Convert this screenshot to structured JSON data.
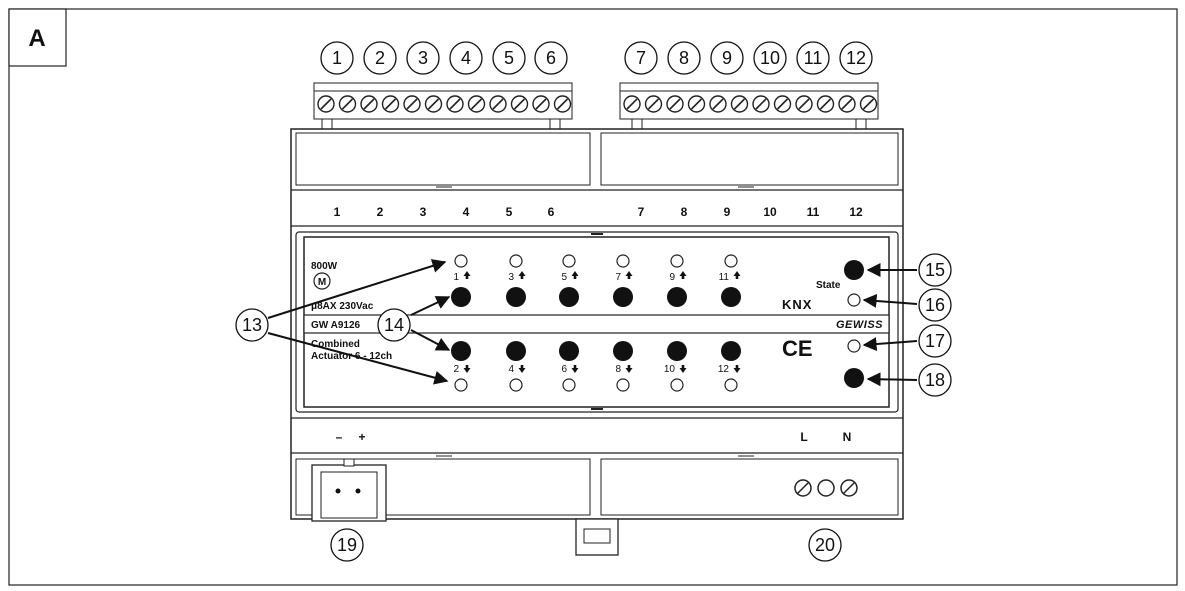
{
  "panel_label": "A",
  "top_callouts": [
    "1",
    "2",
    "3",
    "4",
    "5",
    "6",
    "7",
    "8",
    "9",
    "10",
    "11",
    "12"
  ],
  "terminal_numbers_top": [
    "1",
    "2",
    "3",
    "4",
    "5",
    "6",
    "7",
    "8",
    "9",
    "10",
    "11",
    "12"
  ],
  "bottom_terminals": {
    "minus": "–",
    "plus": "+",
    "L": "L",
    "N": "N"
  },
  "device_text": {
    "power": "800W",
    "motor": "M",
    "rating": "μ8AX 230Vac",
    "model": "GW A9126",
    "description_line1": "Combined",
    "description_line2": "Actuator 6 - 12ch",
    "state": "State",
    "knx": "KNX",
    "brand": "GEWISS",
    "ce": "CE"
  },
  "channels_up": [
    "1",
    "3",
    "5",
    "7",
    "9",
    "11"
  ],
  "channels_down": [
    "2",
    "4",
    "6",
    "8",
    "10",
    "12"
  ],
  "side_callouts": {
    "c13": "13",
    "c14": "14",
    "c15": "15",
    "c16": "16",
    "c17": "17",
    "c18": "18",
    "c19": "19",
    "c20": "20"
  }
}
